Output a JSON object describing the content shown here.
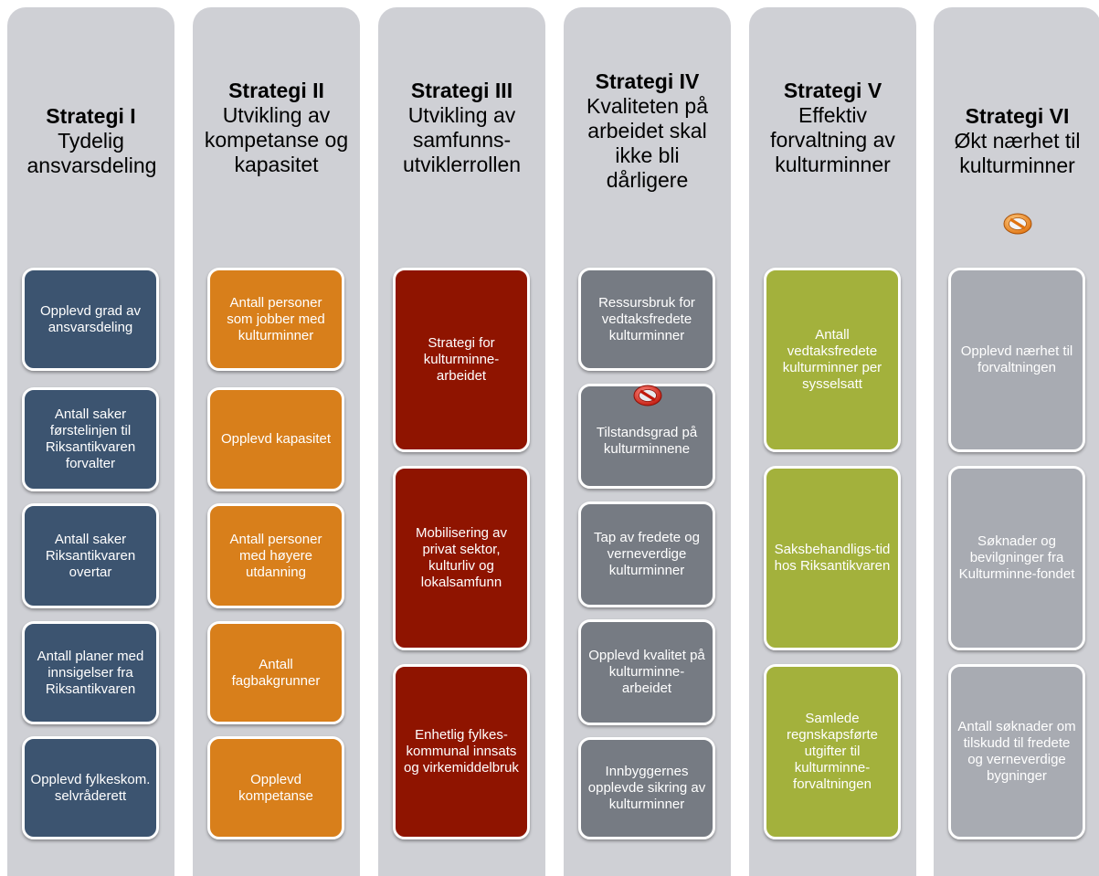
{
  "columns": [
    {
      "strategy": "Strategi I",
      "subtitle": "Tydelig ansvarsdeling",
      "color": "#3c5470",
      "boxes": [
        "Opplevd grad av ansvarsdeling",
        "Antall saker førstelinjen til Riksantikvaren forvalter",
        "Antall saker Riksantikvaren overtar",
        "Antall planer med innsigelser fra Riksantikvaren",
        "Opplevd fylkeskom. selvråderett"
      ]
    },
    {
      "strategy": "Strategi II",
      "subtitle": "Utvikling av kompetanse og kapasitet",
      "color": "#d87f1b",
      "boxes": [
        "Antall personer som jobber med kulturminner",
        "Opplevd kapasitet",
        "Antall personer med høyere utdanning",
        "Antall fagbakgrunner",
        "Opplevd kompetanse"
      ]
    },
    {
      "strategy": "Strategi III",
      "subtitle": "Utvikling av samfunns-utviklerrollen",
      "color": "#8f1400",
      "boxes": [
        "Strategi for kulturminne-arbeidet",
        "Mobilisering av privat sektor, kulturliv og lokalsamfunn",
        "Enhetlig fylkes-kommunal innsats og virkemiddelbruk"
      ]
    },
    {
      "strategy": "Strategi IV",
      "subtitle": "Kvaliteten på arbeidet skal ikke bli dårligere",
      "color": "#767b83",
      "boxes": [
        "Ressursbruk for vedtaksfredete kulturminner",
        "Tilstandsgrad på kulturminnene",
        "Tap av fredete og verneverdige kulturminner",
        "Opplevd kvalitet på kulturminne-arbeidet",
        "Innbyggernes opplevde sikring av kulturminner"
      ]
    },
    {
      "strategy": "Strategi V",
      "subtitle": "Effektiv forvaltning av kulturminner",
      "color": "#a3b13c",
      "boxes": [
        "Antall vedtaksfredete kulturminner per sysselsatt",
        "Saksbehandligs-tid hos Riksantikvaren",
        "Samlede regnskapsførte utgifter til kulturminne-forvaltningen"
      ]
    },
    {
      "strategy": "Strategi VI",
      "subtitle": "Økt nærhet til kulturminner",
      "color": "#a8abb2",
      "boxes": [
        "Opplevd nærhet til forvaltningen",
        "Søknader og bevilgninger fra Kulturminne-fondet",
        "Antall søknader om tilskudd til fredete og verneverdige bygninger"
      ]
    }
  ],
  "icons": {
    "strategy_vi_status": "orange-prohibited-icon",
    "tilstandsgrad_status": "red-prohibited-icon"
  }
}
